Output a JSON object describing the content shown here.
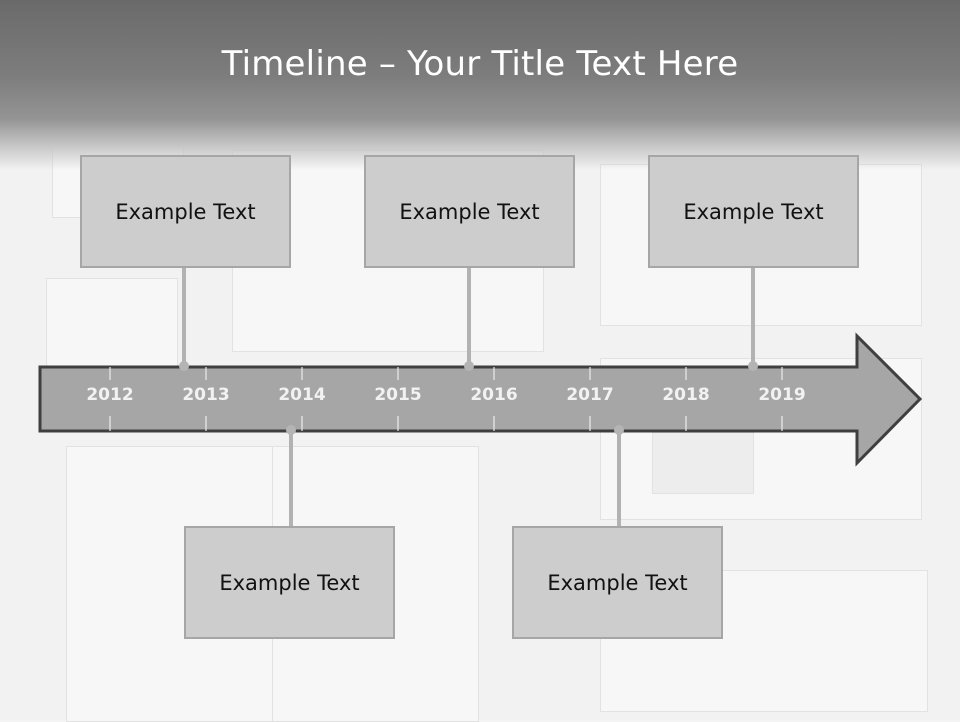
{
  "slide": {
    "title": "Timeline – Your Title Text Here"
  },
  "timeline": {
    "years": [
      "2012",
      "2013",
      "2014",
      "2015",
      "2016",
      "2017",
      "2018",
      "2019"
    ],
    "events_top": [
      {
        "label": "Example Text"
      },
      {
        "label": "Example Text"
      },
      {
        "label": "Example Text"
      }
    ],
    "events_bottom": [
      {
        "label": "Example Text"
      },
      {
        "label": "Example Text"
      }
    ]
  },
  "colors": {
    "arrow_fill": "#a6a6a6",
    "arrow_stroke": "#3f3f3f",
    "box_fill": "#cdcdcd",
    "box_border": "#a6a6a6",
    "header_band": "#6a6a6a"
  }
}
